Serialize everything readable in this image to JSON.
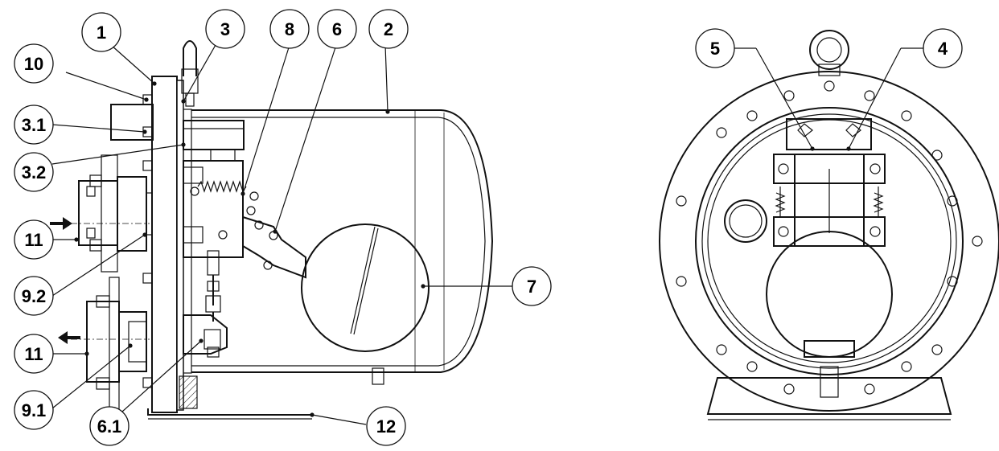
{
  "callouts": {
    "c1": "1",
    "c2": "2",
    "c3": "3",
    "c3_1": "3.1",
    "c3_2": "3.2",
    "c4": "4",
    "c5": "5",
    "c6": "6",
    "c6_1": "6.1",
    "c7": "7",
    "c8": "8",
    "c9_1": "9.1",
    "c9_2": "9.2",
    "c10": "10",
    "c11_inlet": "11",
    "c11_outlet": "11",
    "c12": "12"
  },
  "icons": {
    "inlet_arrow": "arrow-right-icon",
    "outlet_arrow": "arrow-left-icon"
  }
}
